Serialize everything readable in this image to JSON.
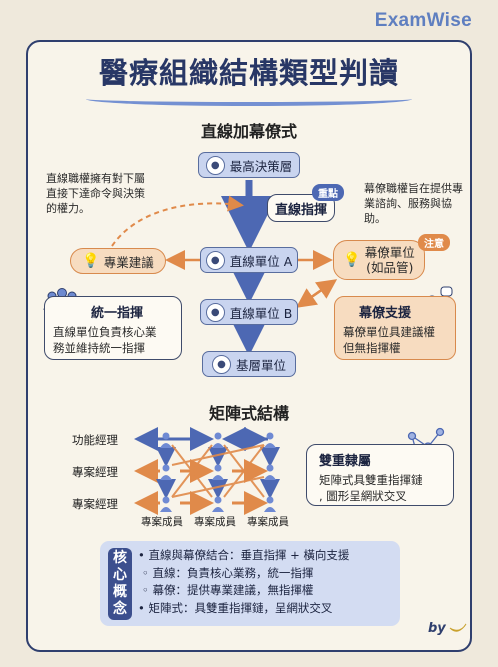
{
  "brand": "ExamWise",
  "title": "醫療組織結構類型判讀",
  "line_staff": {
    "section_title": "直線加幕僚式",
    "nodes": {
      "top": "最高決策層",
      "unit_a": "直線單位 A",
      "unit_b": "直線單位 B",
      "base": "基層單位"
    },
    "line_command_label": "直線指揮",
    "key_tag": "重點",
    "line_note": "直線職權擁有對下屬直接下達命令與決策的權力。",
    "staff_note": "幕僚職權旨在提供專業諮詢、服務與協助。",
    "professional_advice": "專業建議",
    "staff_unit_line1": "幕僚單位",
    "staff_unit_line2": "(如品管)",
    "attention_tag": "注意",
    "unity_title": "統一指揮",
    "unity_text_line1": "直線單位負責核心業",
    "unity_text_line2": "務並維持統一指揮",
    "staff_support_title": "幕僚支援",
    "staff_support_line1": "幕僚單位具建議權",
    "staff_support_line2": "但無指揮權"
  },
  "matrix": {
    "section_title": "矩陣式結構",
    "rows": [
      "功能經理",
      "專案經理",
      "專案經理"
    ],
    "members": [
      "專案成員",
      "專案成員",
      "專案成員"
    ],
    "dual_title": "雙重隸屬",
    "dual_line1": "矩陣式具雙重指揮鏈",
    "dual_line2": ", 圖形呈網狀交叉"
  },
  "concepts": {
    "label": "核心概念",
    "items": [
      "• 直線與幕僚結合：垂直指揮 + 橫向支援",
      "◦ 直線：負責核心業務，統一指揮",
      "◦ 幕僚：提供專業建議，無指揮權",
      "• 矩陣式：具雙重指揮鏈，呈網狀交叉"
    ]
  },
  "signature": "by",
  "colors": {
    "navy": "#2f3f6e",
    "blue_node": "#c9d4ef",
    "orange_node": "#f7dcc0",
    "orange_arrow": "#e08a4a",
    "blue_arrow": "#4d68b3"
  }
}
